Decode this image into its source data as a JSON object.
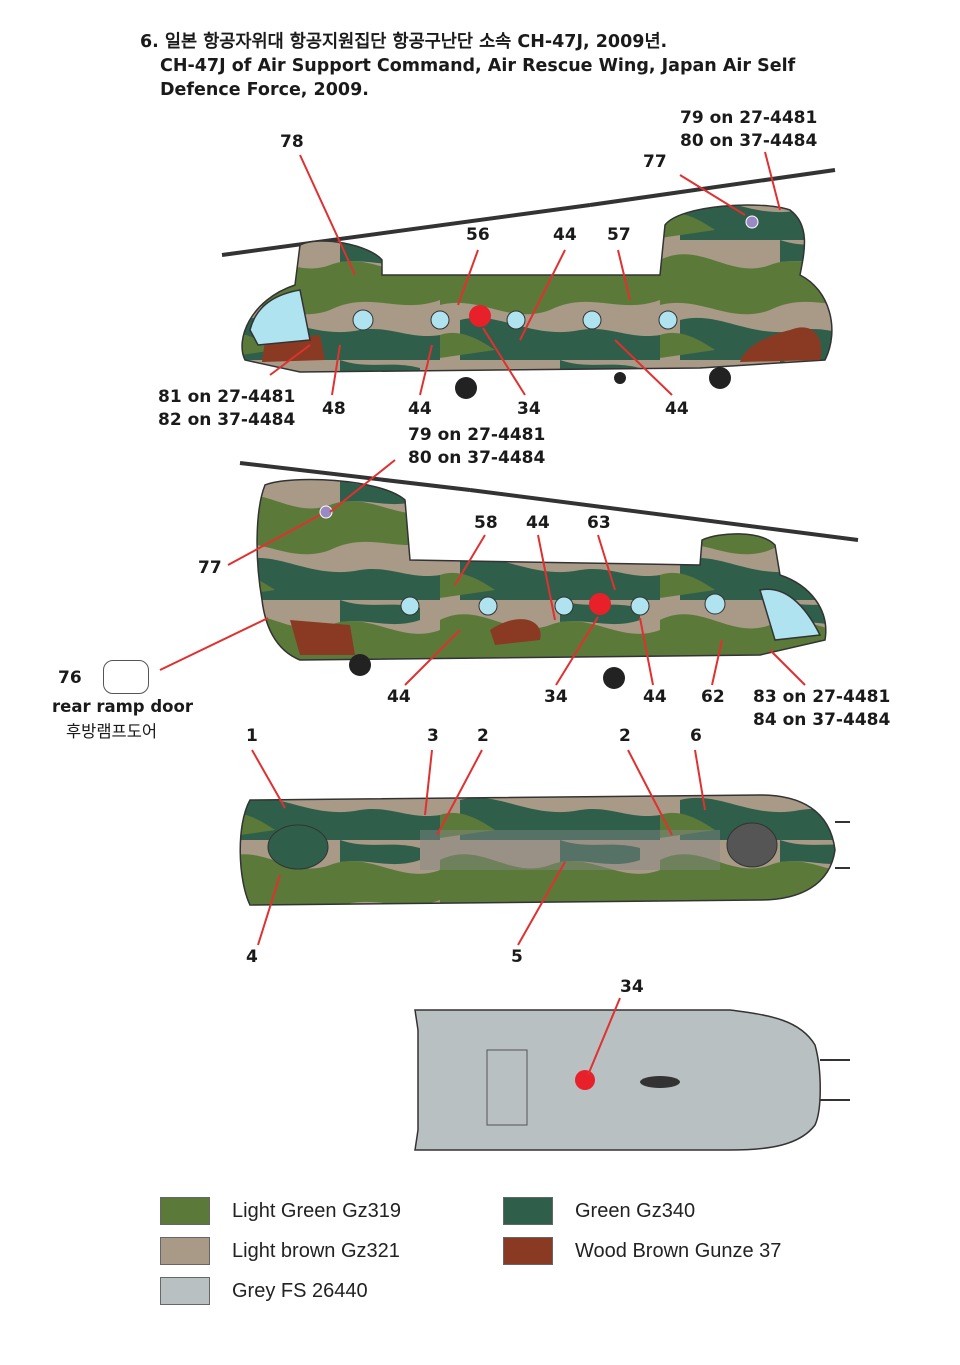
{
  "header": {
    "line1": "6. 일본 항공자위대 항공지원집단 항공구난단 소속 CH-47J, 2009년.",
    "line2": "CH-47J of Air Support Command, Air Rescue Wing, Japan Air Self",
    "line3": "Defence Force, 2009."
  },
  "callouts": {
    "c78": "78",
    "c79_80_top_a": "79 on 27-4481",
    "c79_80_top_b": "80 on 37-4484",
    "c77_top": "77",
    "c56": "56",
    "c44_top": "44",
    "c57": "57",
    "c81": "81 on 27-4481",
    "c82": "82 on 37-4484",
    "c48": "48",
    "c44_a": "44",
    "c34_a": "34",
    "c44_b": "44",
    "c79_80_mid_a": "79 on 27-4481",
    "c79_80_mid_b": "80 on 37-4484",
    "c77_mid": "77",
    "c58": "58",
    "c44_mid": "44",
    "c63": "63",
    "c44_c": "44",
    "c34_b": "34",
    "c44_d": "44",
    "c62": "62",
    "c83": "83 on 27-4481",
    "c84": "84 on 37-4484",
    "c1": "1",
    "c3": "3",
    "c2_a": "2",
    "c2_b": "2",
    "c6": "6",
    "c4": "4",
    "c5": "5",
    "c34_bottom": "34",
    "c76": "76"
  },
  "ramp": {
    "en": "rear ramp door",
    "ko": "후방램프도어"
  },
  "legend": [
    {
      "label": "Light Green Gz319",
      "color": "#5b7a3a"
    },
    {
      "label": "Green Gz340",
      "color": "#2f5f4a"
    },
    {
      "label": "Light brown Gz321",
      "color": "#a89a86"
    },
    {
      "label": "Wood Brown Gunze 37",
      "color": "#8a3a22"
    },
    {
      "label": "Grey FS 26440",
      "color": "#b9c0c2"
    }
  ],
  "colors": {
    "light_green": "#5b7a3a",
    "green": "#2f5f4a",
    "light_brown": "#a89a86",
    "wood_brown": "#8a3a22",
    "grey": "#b9c0c2",
    "hinomaru": "#e8202a",
    "leader": "#e03030"
  }
}
